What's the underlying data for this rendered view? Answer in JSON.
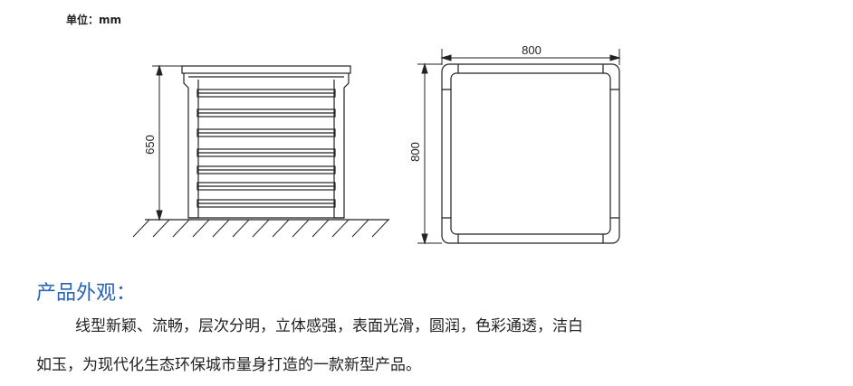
{
  "unit_label": "单位：mm",
  "side_view": {
    "height_dim": "650"
  },
  "top_view": {
    "width_dim": "800",
    "depth_dim": "800"
  },
  "section": {
    "heading": "产品外观：",
    "description_line_1": "线型新颖、流畅，层次分明，立体感强，表面光滑，圆润，色彩通透，洁白",
    "description_line_2": "如玉，为现代化生态环保城市量身打造的一款新型产品。"
  }
}
